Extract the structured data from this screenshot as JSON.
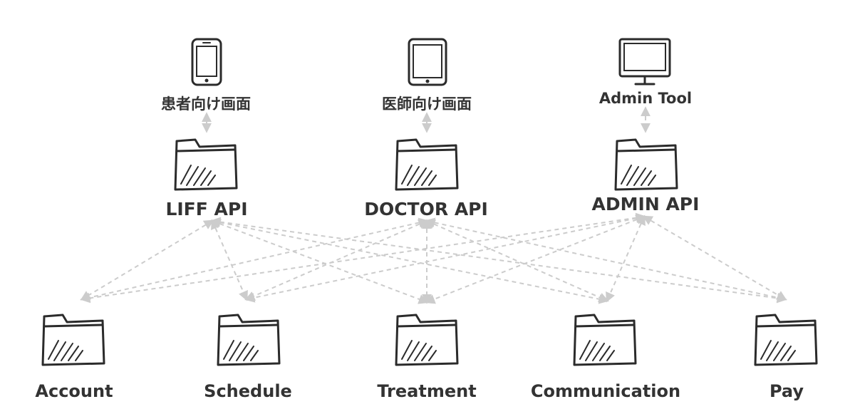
{
  "clients": [
    {
      "label": "患者向け画面",
      "icon": "smartphone-icon"
    },
    {
      "label": "医師向け画面",
      "icon": "tablet-icon"
    },
    {
      "label": "Admin Tool",
      "icon": "monitor-icon"
    }
  ],
  "apis": [
    {
      "label": "LIFF API",
      "icon": "folder-icon"
    },
    {
      "label": "DOCTOR API",
      "icon": "folder-icon"
    },
    {
      "label": "ADMIN API",
      "icon": "folder-icon"
    }
  ],
  "modules": [
    {
      "label": "Account",
      "icon": "folder-icon"
    },
    {
      "label": "Schedule",
      "icon": "folder-icon"
    },
    {
      "label": "Treatment",
      "icon": "folder-icon"
    },
    {
      "label": "Communication",
      "icon": "folder-icon"
    },
    {
      "label": "Pay",
      "icon": "folder-icon"
    }
  ],
  "connections": {
    "style": "dashed-bidirectional",
    "color": "#cccccc",
    "client_to_api": [
      [
        0,
        0
      ],
      [
        1,
        1
      ],
      [
        2,
        2
      ]
    ],
    "api_to_module": [
      [
        0,
        0
      ],
      [
        0,
        1
      ],
      [
        0,
        2
      ],
      [
        0,
        3
      ],
      [
        0,
        4
      ],
      [
        1,
        0
      ],
      [
        1,
        1
      ],
      [
        1,
        2
      ],
      [
        1,
        3
      ],
      [
        1,
        4
      ],
      [
        2,
        0
      ],
      [
        2,
        1
      ],
      [
        2,
        2
      ],
      [
        2,
        3
      ],
      [
        2,
        4
      ]
    ]
  }
}
